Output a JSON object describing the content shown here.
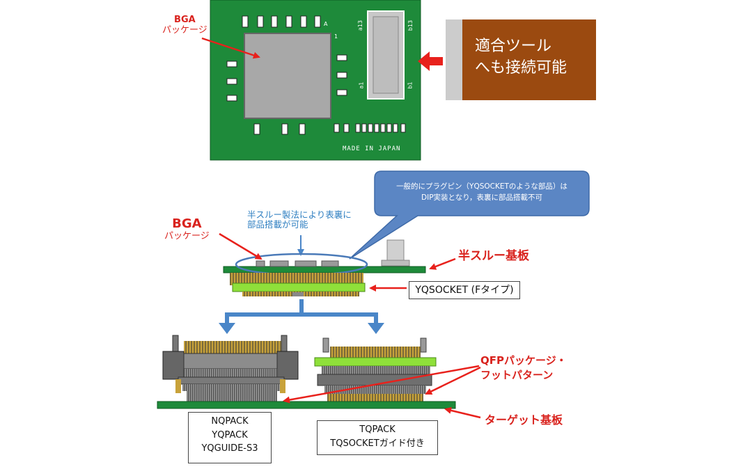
{
  "top_board": {
    "bga_label_line1": "BGA",
    "bga_label_line2": "パッケージ",
    "silk_a": "A",
    "silk_1": "1",
    "silk_a13": "a13",
    "silk_b13": "b13",
    "silk_a1": "a1",
    "silk_b1": "b1",
    "made_in": "MADE IN JAPAN",
    "tool_box_line1": "適合ツール",
    "tool_box_line2": "へも接続可能"
  },
  "bottom_diagram": {
    "callout_line1": "一般的にプラグピン（YQSOCKETのような部品）は",
    "callout_line2": "DIP実装となり，表裏に部品搭載不可",
    "half_through_note_line1": "半スルー製法により表裏に",
    "half_through_note_line2": "部品搭載が可能",
    "bga_label_line1": "BGA",
    "bga_label_line2": "パッケージ",
    "half_through_board": "半スルー基板",
    "yqsocket_label": "YQSOCKET (Fタイプ)",
    "qfp_label_line1": "QFPパッケージ・",
    "qfp_label_line2": "フットパターン",
    "target_board": "ターゲット基板",
    "left_box": [
      "NQPACK",
      "YQPACK",
      "YQGUIDE-S3"
    ],
    "right_box": [
      "TQPACK",
      "TQSOCKETガイド付き"
    ]
  },
  "colors": {
    "pcb_green": "#1e8a3a",
    "pad_white": "#ffffff",
    "chip_gray": "#a8a8a8",
    "brown_box": "#9b4a10",
    "red_arrow": "#e8211c",
    "blue_arrow": "#4a86c8",
    "callout_fill": "#5b86c4",
    "socket_lightgreen": "#8fe03a",
    "pin_gold": "#c8a23a"
  }
}
